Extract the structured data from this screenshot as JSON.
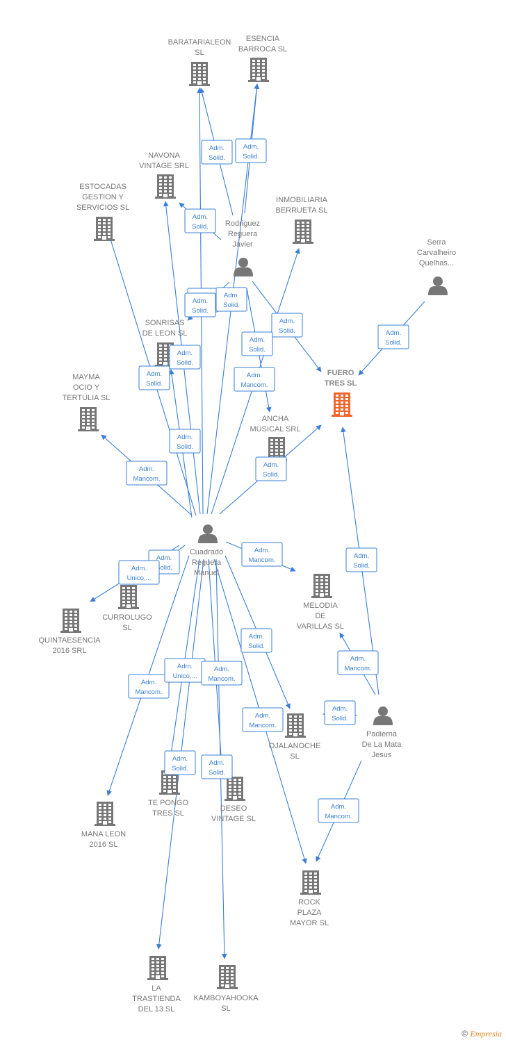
{
  "colors": {
    "edge": "#3a7fd5",
    "company": "#777777",
    "highlight": "#f2662e",
    "person": "#777777"
  },
  "nodes": [
    {
      "id": "baratarialeon",
      "type": "company",
      "label": [
        "BARATARIALEON",
        "SL"
      ]
    },
    {
      "id": "esencia",
      "type": "company",
      "label": [
        "ESENCIA",
        "BARROCA  SL"
      ]
    },
    {
      "id": "navona",
      "type": "company",
      "label": [
        "NAVONA",
        "VINTAGE SRL"
      ]
    },
    {
      "id": "estocadas",
      "type": "company",
      "label": [
        "ESTOCADAS",
        "GESTION Y",
        "SERVICIOS SL"
      ]
    },
    {
      "id": "inmobiliaria",
      "type": "company",
      "label": [
        "INMOBILIARIA",
        "BERRUETA  SL"
      ]
    },
    {
      "id": "rodriguez",
      "type": "person",
      "label": [
        "Rodriguez",
        "Reguera",
        "Javier"
      ]
    },
    {
      "id": "serra",
      "type": "person",
      "label": [
        "Serra",
        "Carvalheiro",
        "Quelhas..."
      ]
    },
    {
      "id": "sonrisas",
      "type": "company",
      "label": [
        "SONRISAS",
        "DE LEON SL"
      ]
    },
    {
      "id": "fuero",
      "type": "company",
      "highlight": true,
      "label": [
        "FUERO",
        "TRES  SL"
      ]
    },
    {
      "id": "mayma",
      "type": "company",
      "label": [
        "MAYMA",
        "OCIO Y",
        "TERTULIA  SL"
      ]
    },
    {
      "id": "ancha",
      "type": "company",
      "label": [
        "ANCHA",
        "MUSICAL SRL"
      ]
    },
    {
      "id": "cuadrado",
      "type": "person",
      "label": [
        "Cuadrado",
        "Reguera",
        "Manuel"
      ]
    },
    {
      "id": "melodia",
      "type": "company",
      "label": [
        "MELODIA",
        "DE",
        "VARILLAS SL"
      ]
    },
    {
      "id": "currolugo",
      "type": "company",
      "label": [
        "CURROLUGO",
        "SL"
      ]
    },
    {
      "id": "quintaesencia",
      "type": "company",
      "label": [
        "QUINTAESENCIA",
        "2016 SRL"
      ]
    },
    {
      "id": "padierna",
      "type": "person",
      "label": [
        "Padierna",
        "De La Mata",
        "Jesus"
      ]
    },
    {
      "id": "ojalanoche",
      "type": "company",
      "label": [
        "OJALANOCHE",
        "SL"
      ]
    },
    {
      "id": "tepongo",
      "type": "company",
      "label": [
        "TE PONGO",
        "TRES  SL"
      ]
    },
    {
      "id": "deseo",
      "type": "company",
      "label": [
        "DESEO",
        "VINTAGE SL"
      ]
    },
    {
      "id": "manaleon",
      "type": "company",
      "label": [
        "MANA LEON",
        "2016  SL"
      ]
    },
    {
      "id": "rock",
      "type": "company",
      "label": [
        "ROCK",
        "PLAZA",
        "MAYOR SL"
      ]
    },
    {
      "id": "latrastienda",
      "type": "company",
      "label": [
        "LA",
        "TRASTIENDA",
        "DEL 13 SL"
      ]
    },
    {
      "id": "kamboya",
      "type": "company",
      "label": [
        "KAMBOYAHOOKA",
        "SL"
      ]
    }
  ],
  "edges": [
    {
      "from": "rodriguez",
      "to": "baratarialeon",
      "label": [
        "Adm.",
        "Solid."
      ]
    },
    {
      "from": "rodriguez",
      "to": "esencia",
      "label": [
        "Adm.",
        "Solid."
      ]
    },
    {
      "from": "rodriguez",
      "to": "navona",
      "label": [
        "Adm.",
        "Solid."
      ]
    },
    {
      "from": "rodriguez",
      "to": "sonrisas",
      "label": [
        "Adm.",
        "Solid."
      ]
    },
    {
      "from": "rodriguez",
      "to": "fuero",
      "label": [
        "Adm.",
        "Solid."
      ]
    },
    {
      "from": "rodriguez",
      "to": "ancha",
      "label": [
        "Adm.",
        "Mancom."
      ]
    },
    {
      "from": "serra",
      "to": "fuero",
      "label": [
        "Adm.",
        "Solid."
      ]
    },
    {
      "from": "cuadrado",
      "to": "baratarialeon",
      "label": [
        "Adm.",
        "Solid."
      ]
    },
    {
      "from": "cuadrado",
      "to": "esencia",
      "label": [
        "Adm.",
        "Solid."
      ]
    },
    {
      "from": "cuadrado",
      "to": "navona",
      "label": [
        "Adm.",
        "Solid."
      ]
    },
    {
      "from": "cuadrado",
      "to": "estocadas",
      "label": [
        "Adm.",
        "Solid."
      ]
    },
    {
      "from": "cuadrado",
      "to": "inmobiliaria",
      "label": [
        "Adm.",
        "Solid."
      ]
    },
    {
      "from": "cuadrado",
      "to": "sonrisas",
      "label": [
        "Adm.",
        "Solid."
      ]
    },
    {
      "from": "cuadrado",
      "to": "mayma",
      "label": [
        "Adm.",
        "Mancom."
      ]
    },
    {
      "from": "cuadrado",
      "to": "fuero",
      "label": [
        "Adm.",
        "Solid."
      ]
    },
    {
      "from": "cuadrado",
      "to": "melodia",
      "label": [
        "Adm.",
        "Mancom."
      ]
    },
    {
      "from": "cuadrado",
      "to": "currolugo",
      "label": [
        "Adm.",
        "Solid."
      ]
    },
    {
      "from": "cuadrado",
      "to": "quintaesencia",
      "label": [
        "Adm.",
        "Unico,..."
      ]
    },
    {
      "from": "cuadrado",
      "to": "ojalanoche",
      "label": [
        "Adm.",
        "Solid."
      ]
    },
    {
      "from": "cuadrado",
      "to": "manaleon",
      "label": [
        "Adm.",
        "Mancom."
      ]
    },
    {
      "from": "cuadrado",
      "to": "tepongo",
      "label": [
        "Adm.",
        "Unico,..."
      ]
    },
    {
      "from": "cuadrado",
      "to": "deseo",
      "label": [
        "Adm.",
        "Mancom."
      ]
    },
    {
      "from": "cuadrado",
      "to": "rock",
      "label": [
        "Adm.",
        "Mancom."
      ]
    },
    {
      "from": "cuadrado",
      "to": "latrastienda",
      "label": [
        "Adm.",
        "Solid."
      ]
    },
    {
      "from": "cuadrado",
      "to": "kamboya",
      "label": [
        "Adm.",
        "Solid."
      ]
    },
    {
      "from": "padierna",
      "to": "fuero",
      "label": [
        "Adm.",
        "Solid."
      ]
    },
    {
      "from": "padierna",
      "to": "melodia",
      "label": [
        "Adm.",
        "Mancom."
      ]
    },
    {
      "from": "padierna",
      "to": "ojalanoche",
      "label": [
        "Adm.",
        "Solid."
      ]
    },
    {
      "from": "padierna",
      "to": "rock",
      "label": [
        "Adm.",
        "Mancom."
      ]
    }
  ],
  "copyright": {
    "symbol": "©",
    "brand": "Empresia"
  }
}
